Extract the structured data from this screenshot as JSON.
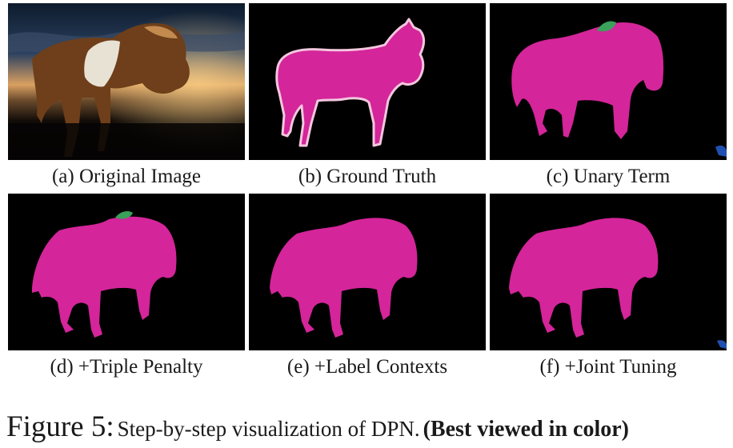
{
  "panels": [
    {
      "caption": "(a) Original Image"
    },
    {
      "caption": "(b) Ground Truth"
    },
    {
      "caption": "(c) Unary Term"
    },
    {
      "caption": "(d) +Triple Penalty"
    },
    {
      "caption": "(e) +Label Contexts"
    },
    {
      "caption": "(f) +Joint Tuning"
    }
  ],
  "figure": {
    "label": "Figure 5:",
    "text": "Step-by-step visualization of DPN.",
    "bold_note": "(Best viewed in color)"
  },
  "colors": {
    "horse_class": "#d4259a",
    "boundary": "#f3c7de",
    "background_class": "#000000",
    "other_class": "#3aa05a"
  }
}
